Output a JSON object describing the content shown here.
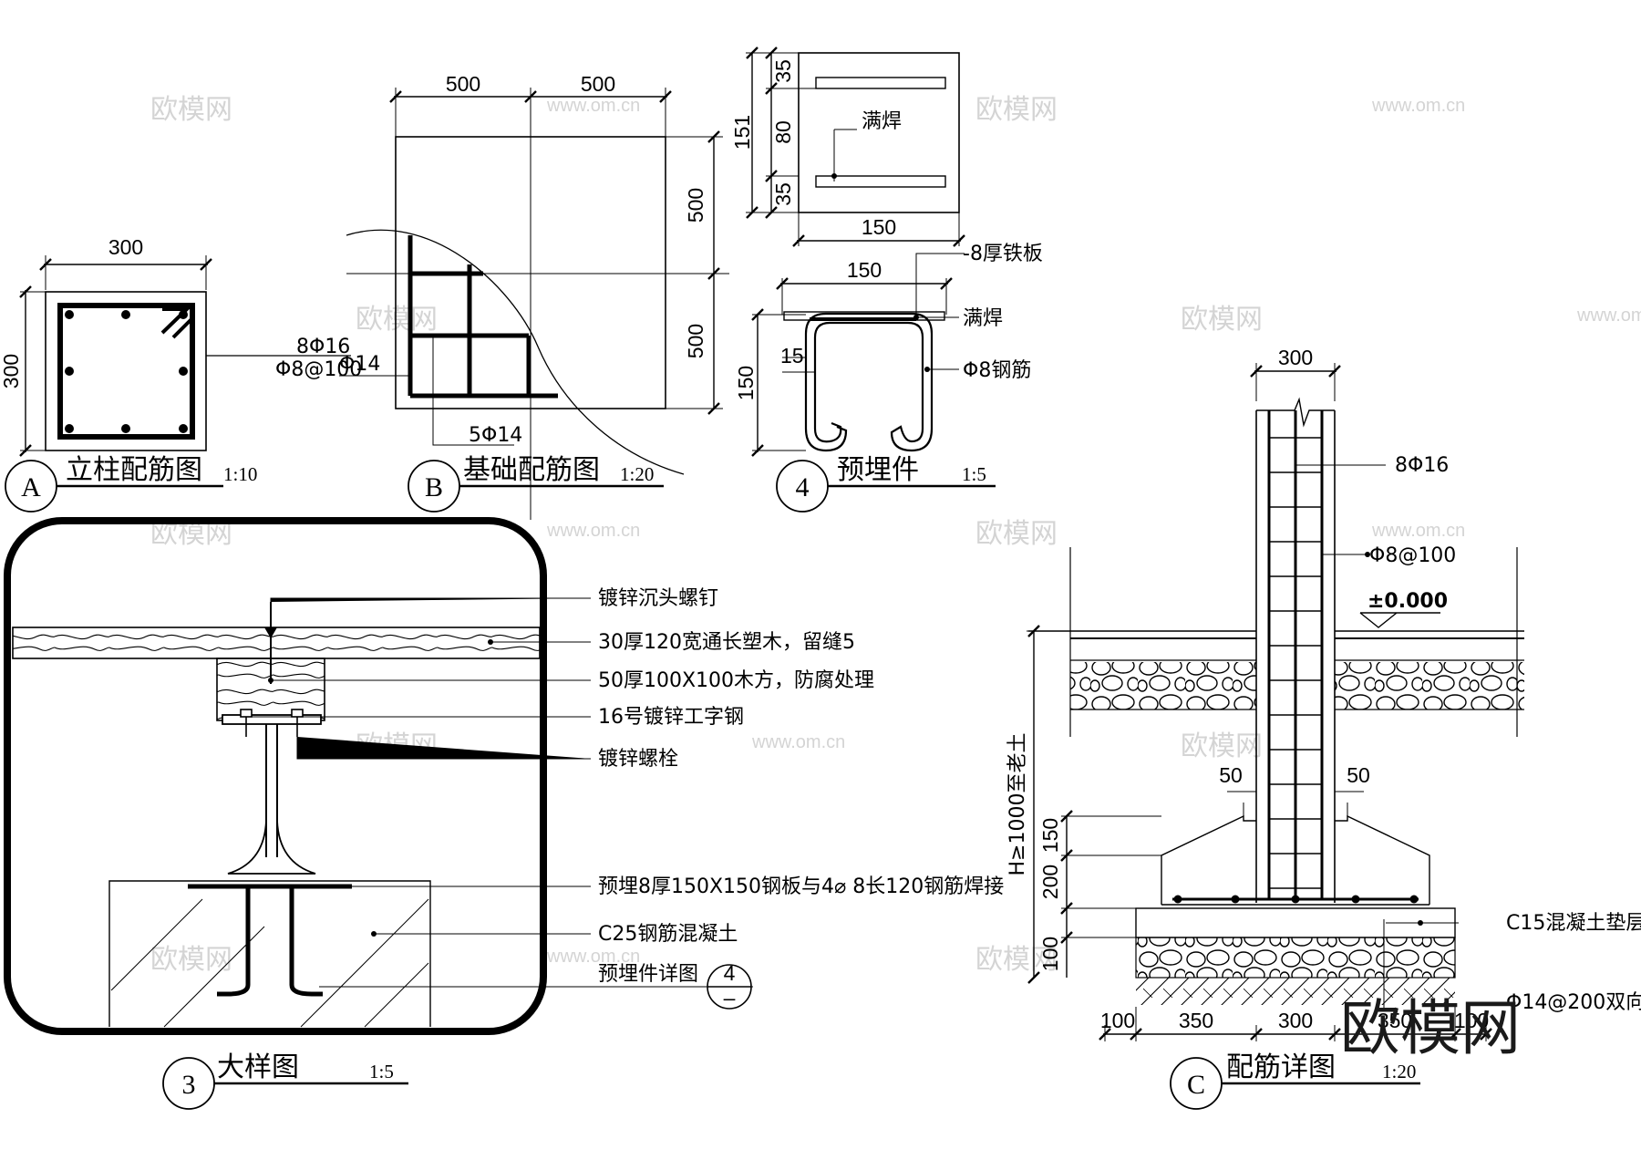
{
  "titles": {
    "a": {
      "letter": "A",
      "name": "立柱配筋图",
      "scale": "1:10"
    },
    "b": {
      "letter": "B",
      "name": "基础配筋图",
      "scale": "1:20"
    },
    "d4": {
      "letter": "4",
      "name": "预埋件",
      "scale": "1:5"
    },
    "d3": {
      "letter": "3",
      "name": "大样图",
      "scale": "1:5"
    },
    "c": {
      "letter": "C",
      "name": "配筋详图",
      "scale": "1:20"
    }
  },
  "column": {
    "dim_w": "300",
    "dim_h": "300",
    "rebar_main": "8Φ16",
    "rebar_stirrup": "Φ8@100"
  },
  "footing": {
    "dim_left": "500",
    "dim_right": "500",
    "dim_top": "500",
    "dim_bottom": "500",
    "rebar_side": "Φ14",
    "rebar_bottom": "5Φ14"
  },
  "embed": {
    "dim_35a": "35",
    "dim_80": "80",
    "dim_35b": "35",
    "dim_151": "151",
    "dim_150_top": "150",
    "weld_top": "满焊",
    "dim_150_mid": "150",
    "plate": "-8厚铁板",
    "weld_side": "满焊",
    "bar": "Φ8钢筋",
    "dim_15": "15",
    "dim_150_side": "150"
  },
  "detail": {
    "notes": [
      "镀锌沉头螺钉",
      "30厚120宽通长塑木，留缝5",
      "50厚100X100木方，防腐处理",
      "16号镀锌工字钢",
      "镀锌螺栓",
      "预埋8厚150X150钢板与4⌀ 8长120钢筋焊接",
      "C25钢筋混凝土",
      "预埋件详图"
    ],
    "ref_top": "4",
    "ref_bottom": "–"
  },
  "section": {
    "dim_top": "300",
    "main_bar": "8Φ16",
    "stirrup": "Φ8@100",
    "level": "±0.000",
    "depth": "H≥1000至老土",
    "dim_50_left": "50",
    "dim_50_right": "50",
    "dim_150": "150",
    "dim_200": "200",
    "dim_100_v": "100",
    "cushion": "C15混凝土垫层",
    "bottom_bar": "Φ14@200双向",
    "bottom_dims": [
      "100",
      "350",
      "300",
      "350",
      "100"
    ]
  },
  "watermark": {
    "cn": "欧模网",
    "url": "www.om.cn",
    "logo": "欧模网"
  }
}
